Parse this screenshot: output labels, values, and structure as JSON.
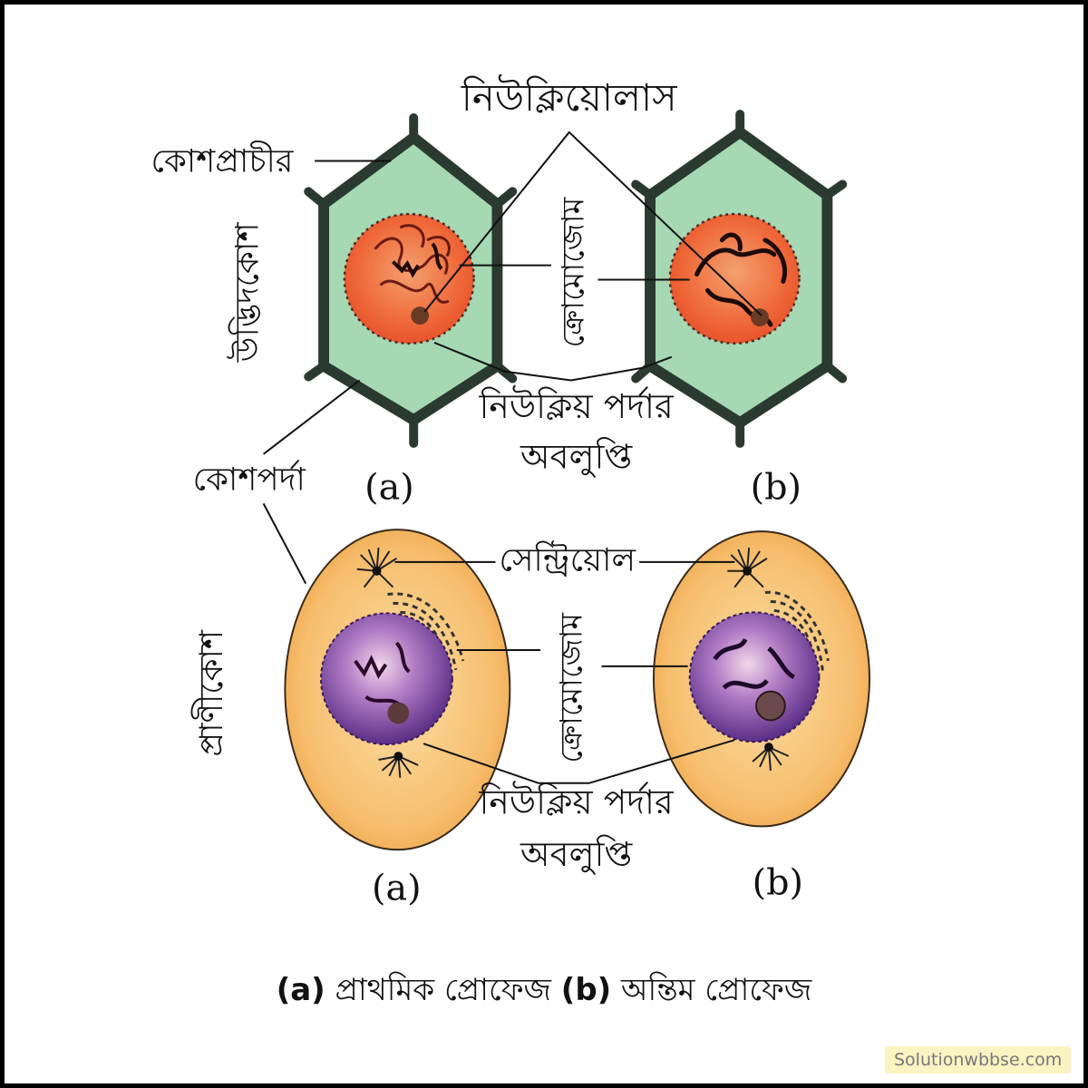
{
  "labels": {
    "nucleolus": "নিউক্লিয়োলাস",
    "cell_wall": "কোশপ্রাচীর",
    "plant_cell": "উদ্ভিদকোশ",
    "chromosome_top": "ক্রোমোজোম",
    "nuclear_membrane_disappearance_top": [
      "নিউক্লিয় পর্দার",
      "অবলুপ্তি"
    ],
    "cell_membrane": "কোশপর্দা",
    "centriole": "সেন্ট্রিয়োল",
    "animal_cell": "প্রাণীকোশ",
    "chromosome_bottom": "ক্রোমোজোম",
    "nuclear_membrane_disappearance_bottom": [
      "নিউক্লিয় পর্দার",
      "অবলুপ্তি"
    ],
    "panel_a_top": "(a)",
    "panel_b_top": "(b)",
    "panel_a_bottom": "(a)",
    "panel_b_bottom": "(b)"
  },
  "caption": {
    "a_tag": "(a)",
    "a_text": "প্রাথমিক প্রোফেজ",
    "b_tag": "(b)",
    "b_text": "অন্তিম প্রোফেজ"
  },
  "watermark": "Solutionwbbse.com",
  "colors": {
    "plant_cytoplasm": "#a6d8b4",
    "cell_wall": "#2a3a30",
    "nucleus_plant": "#ef6a3a",
    "animal_cytoplasm": "#f6bd6c",
    "nucleus_animal": "#6a3e92",
    "chromosome": "#3a1010"
  }
}
